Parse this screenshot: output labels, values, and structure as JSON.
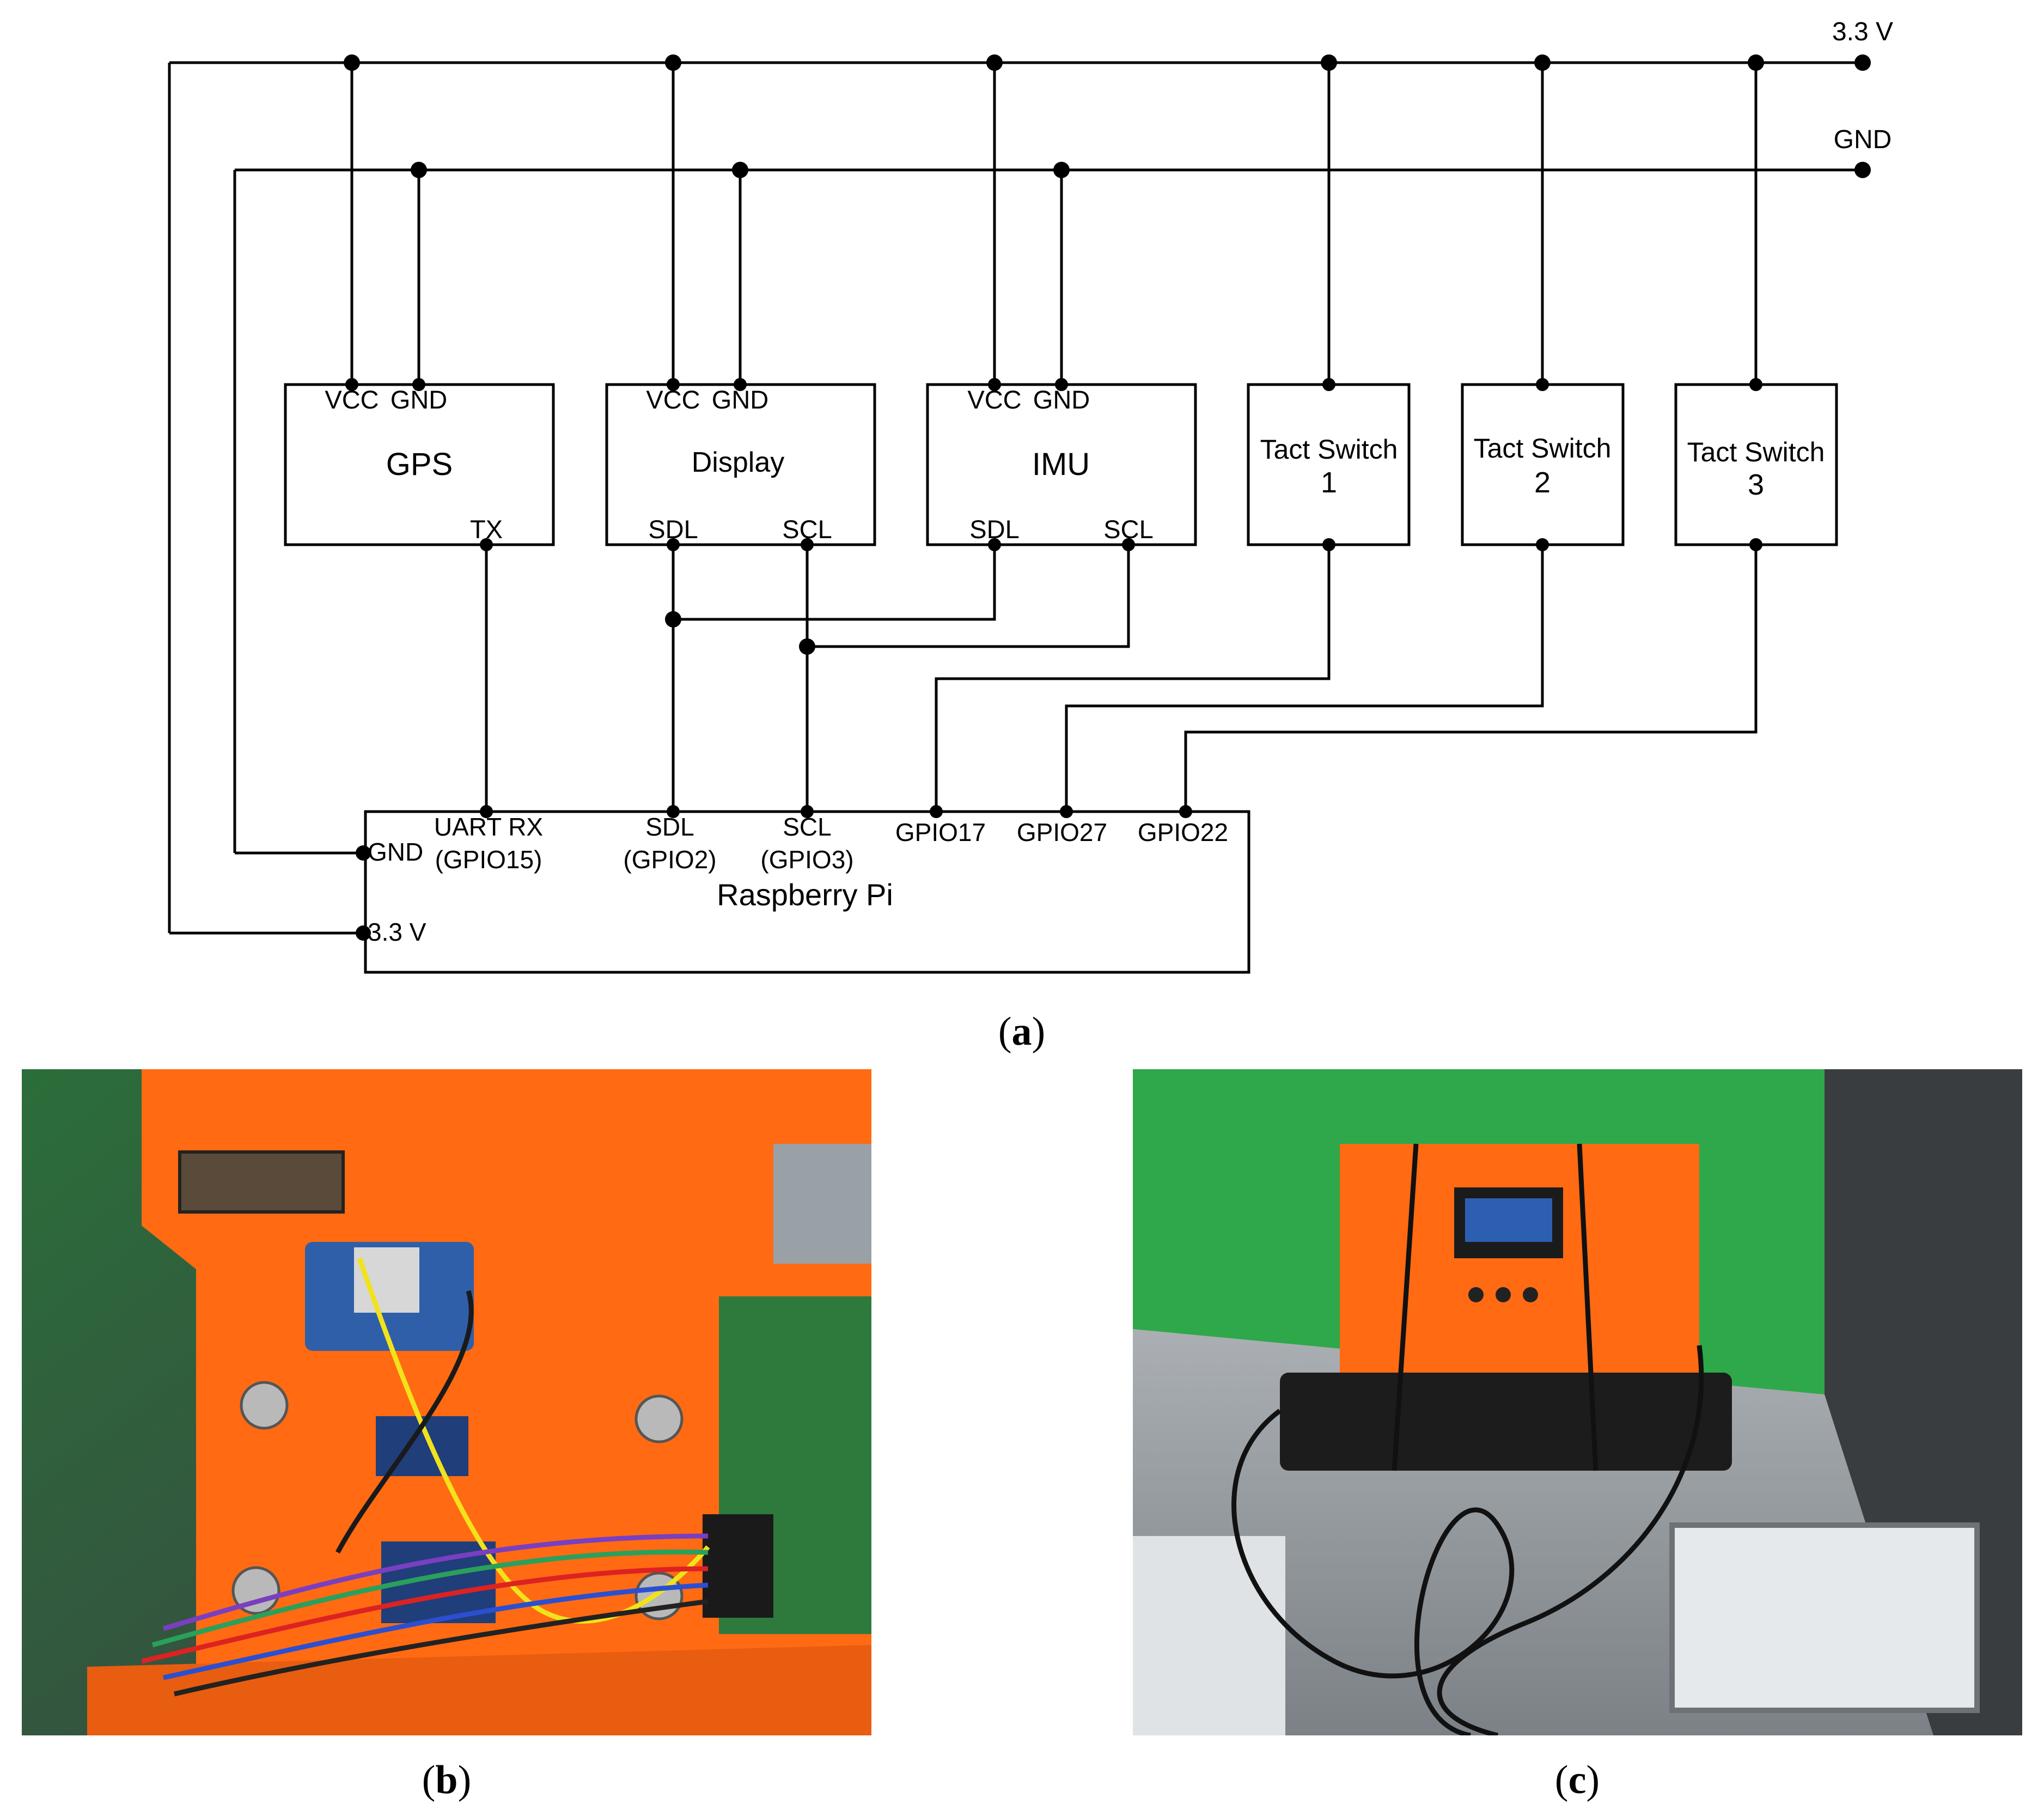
{
  "rails": {
    "vcc": "3.3 V",
    "gnd": "GND"
  },
  "gps": {
    "title": "GPS",
    "vcc": "VCC",
    "gnd": "GND",
    "tx": "TX"
  },
  "display": {
    "title": "Display",
    "vcc": "VCC",
    "gnd": "GND",
    "sdl": "SDL",
    "scl": "SCL"
  },
  "imu": {
    "title": "IMU",
    "vcc": "VCC",
    "gnd": "GND",
    "sdl": "SDL",
    "scl": "SCL"
  },
  "switches": [
    {
      "line1": "Tact Switch",
      "line2": "1"
    },
    {
      "line1": "Tact Switch",
      "line2": "2"
    },
    {
      "line1": "Tact Switch",
      "line2": "3"
    }
  ],
  "rpi": {
    "title": "Raspberry Pi",
    "gnd": "GND",
    "v33": "3.3 V",
    "uart_line1": "UART RX",
    "uart_line2": "(GPIO15)",
    "sdl_line1": "SDL",
    "sdl_line2": "(GPIO2)",
    "scl_line1": "SCL",
    "scl_line2": "(GPIO3)",
    "gpio17": "GPIO17",
    "gpio27": "GPIO27",
    "gpio22": "GPIO22"
  },
  "captions": {
    "a": "a",
    "b": "b",
    "c": "c"
  },
  "colors": {
    "orange_case": "#ff6a13",
    "green_wall": "#2ea84a",
    "train_grey": "#8a8f94"
  }
}
